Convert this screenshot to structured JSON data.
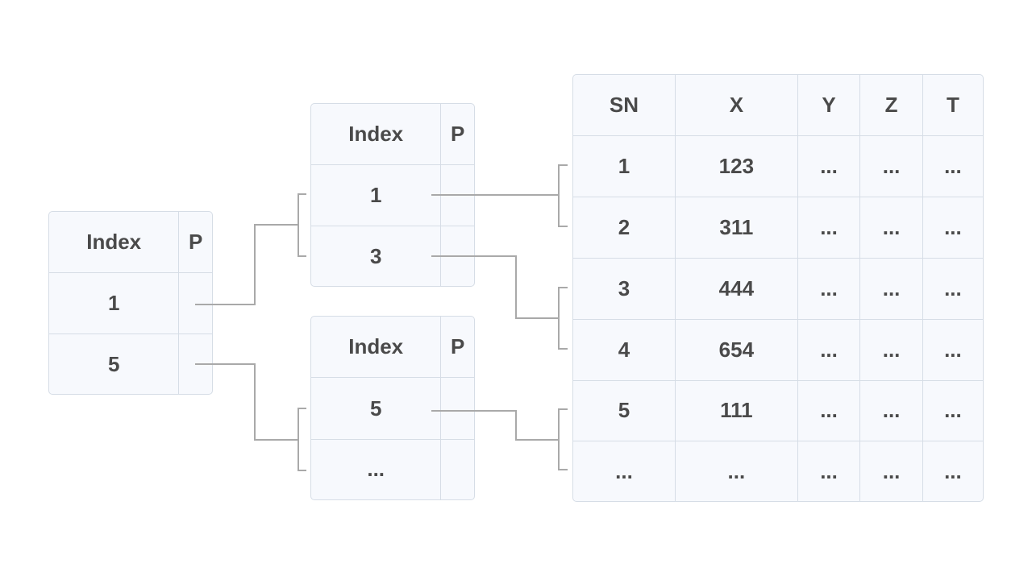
{
  "root_table": {
    "headers": [
      "Index",
      "P"
    ],
    "rows": [
      [
        "1",
        ""
      ],
      [
        "5",
        ""
      ]
    ]
  },
  "middle_table_top": {
    "headers": [
      "Index",
      "P"
    ],
    "rows": [
      [
        "1",
        ""
      ],
      [
        "3",
        ""
      ]
    ]
  },
  "middle_table_bottom": {
    "headers": [
      "Index",
      "P"
    ],
    "rows": [
      [
        "5",
        ""
      ],
      [
        "...",
        ""
      ]
    ]
  },
  "data_table": {
    "headers": [
      "SN",
      "X",
      "Y",
      "Z",
      "T"
    ],
    "rows": [
      [
        "1",
        "123",
        "...",
        "...",
        "..."
      ],
      [
        "2",
        "311",
        "...",
        "...",
        "..."
      ],
      [
        "3",
        "444",
        "...",
        "...",
        "..."
      ],
      [
        "4",
        "654",
        "...",
        "...",
        "..."
      ],
      [
        "5",
        "111",
        "...",
        "...",
        "..."
      ],
      [
        "...",
        "...",
        "...",
        "...",
        "..."
      ]
    ]
  },
  "colors": {
    "table_fill": "#f7f9fd",
    "table_border": "#d6dde6",
    "text": "#4a4a4a",
    "connector": "#a9a9a9"
  }
}
